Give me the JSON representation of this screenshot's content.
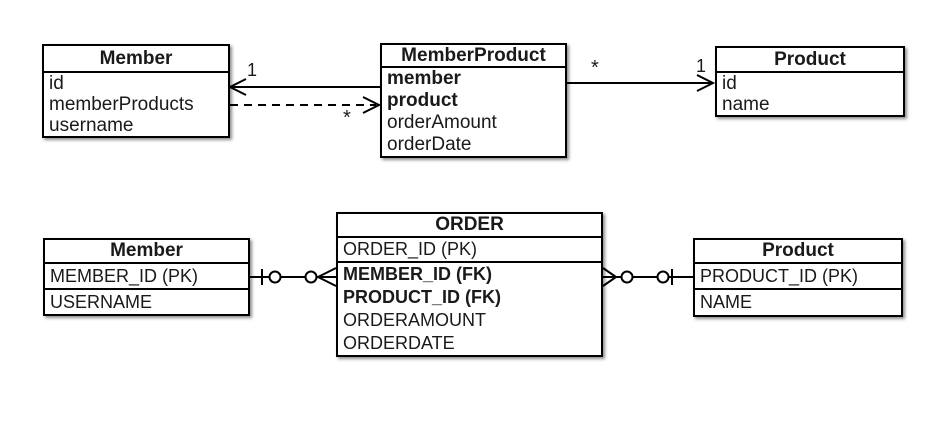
{
  "uml_diagram": {
    "member": {
      "title": "Member",
      "fields": [
        "id",
        "memberProducts",
        "username"
      ]
    },
    "member_product": {
      "title": "MemberProduct",
      "fields": [
        "member",
        "product",
        "orderAmount",
        "orderDate"
      ]
    },
    "product": {
      "title": "Product",
      "fields": [
        "id",
        "name"
      ]
    },
    "multiplicities": {
      "member_end": "1",
      "memberproduct_left_end": "*",
      "memberproduct_right_end": "*",
      "product_end": "1"
    }
  },
  "er_diagram": {
    "member": {
      "title": "Member",
      "rows": [
        "MEMBER_ID (PK)",
        "USERNAME"
      ]
    },
    "order": {
      "title": "ORDER",
      "rows": [
        "ORDER_ID (PK)",
        "MEMBER_ID (FK)",
        "PRODUCT_ID (FK)",
        "ORDERAMOUNT",
        "ORDERDATE"
      ]
    },
    "product": {
      "title": "Product",
      "rows": [
        "PRODUCT_ID (PK)",
        "NAME"
      ]
    }
  },
  "colors": {
    "line": "#000000",
    "background": "#ffffff",
    "box_fill": "#ffffff",
    "text": "#1a1a1a"
  }
}
